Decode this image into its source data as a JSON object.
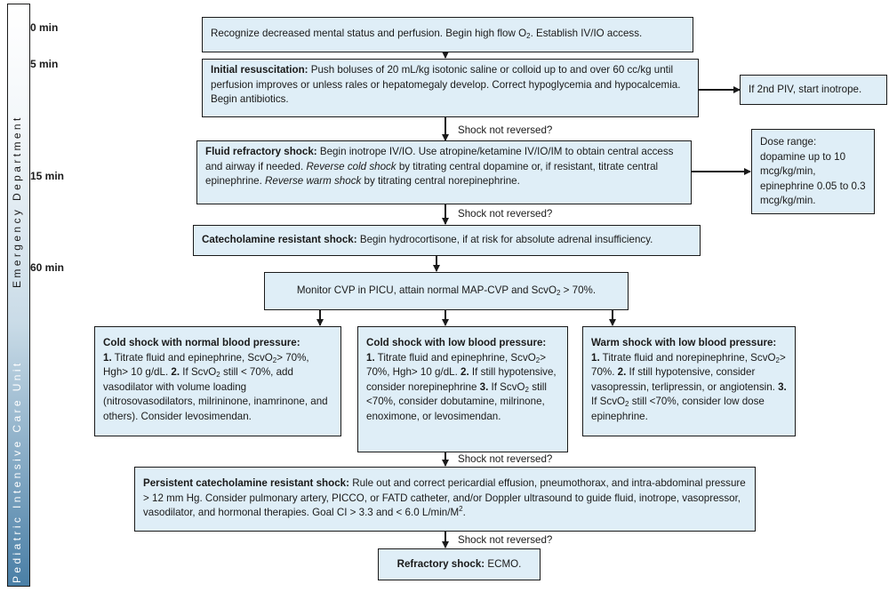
{
  "sidebar": {
    "ed_label": "Emergency Department",
    "picu_label": "Pediatric Intensive Care Unit",
    "ticks": [
      "0 min",
      "5 min",
      "15 min",
      "60 min"
    ]
  },
  "colors": {
    "box_fill": "#dfeef7",
    "sidebar_dark": "#4a7fa6",
    "border": "#1a1a1a"
  },
  "flowchart": {
    "recognize": {
      "text_a": "Recognize decreased mental status and perfusion. Begin high flow O",
      "sub": "2",
      "text_b": ". Establish IV/IO access."
    },
    "initial": {
      "title": "Initial resuscitation:",
      "text": " Push boluses of 20 mL/kg isotonic saline or colloid up to and over 60 cc/kg until perfusion improves or unless rales or hepatomegaly develop. Correct hypoglycemia and hypocalcemia. Begin antibiotics."
    },
    "side_piv": "If 2nd PIV, start inotrope.",
    "not_reversed": "Shock not reversed?",
    "fluid": {
      "title": "Fluid refractory shock:",
      "t1": " Begin inotrope IV/IO. Use atropine/ketamine IV/IO/IM to obtain central access and airway if needed. ",
      "i1": "Reverse cold shock",
      "t2": " by titrating central dopamine or, if resistant, titrate central epinephrine. ",
      "i2": "Reverse warm shock",
      "t3": " by titrating central norepinephrine."
    },
    "dose": {
      "title": "Dose range:",
      "text": "dopamine up to 10 mcg/kg/min, epinephrine 0.05 to 0.3 mcg/kg/min."
    },
    "catechol": {
      "title": "Catecholamine resistant shock:",
      "text": " Begin hydrocortisone, if at risk for absolute adrenal insufficiency."
    },
    "monitor": {
      "a": "Monitor CVP in PICU, attain normal MAP-CVP and ScvO",
      "sub": "2",
      "b": " > 70%."
    },
    "cold_normal": {
      "title": "Cold shock with normal blood pressure:",
      "n1": "1.",
      "t1": " Titrate fluid  and epinephrine, ScvO",
      "t2": "> 70%, Hgh> 10 g/dL. ",
      "n2": "2.",
      "t3": " If ScvO",
      "t4": " still < 70%, add vasodilator with volume loading (nitrosovasodilators, milrininone, inamrinone, and others). Consider levosimendan."
    },
    "cold_low": {
      "title": "Cold shock with low blood pressure:",
      "n1": "1.",
      "t1": " Titrate fluid and epinephrine, ScvO",
      "t2": "> 70%, Hgh> 10 g/dL. ",
      "n2": "2.",
      "t3": " If still hypotensive, consider norepinephrine ",
      "n3": "3.",
      "t4": " If ScvO",
      "t5": " still <70%, consider dobutamine, milrinone, enoximone, or levosimendan."
    },
    "warm_low": {
      "title": "Warm shock with low blood pressure:",
      "n1": "1.",
      "t1": " Titrate fluid and norepinephrine, ScvO",
      "t2": "> 70%. ",
      "n2": "2.",
      "t3": " If still hypotensive, consider vasopressin, terlipressin, or angiotensin. ",
      "n3": "3.",
      "t4": " If ScvO",
      "t5": " still <70%, consider low dose epinephrine."
    },
    "persistent": {
      "title": "Persistent catecholamine resistant shock:",
      "text": " Rule out and correct pericardial effusion, pneumothorax, and intra-abdominal pressure > 12 mm Hg. Consider pulmonary artery, PICCO, or FATD catheter, and/or Doppler ultrasound to guide fluid, inotrope, vasopressor, vasodilator, and hormonal therapies. Goal CI > 3.3 and < 6.0 L/min/M",
      "sup": "2",
      "end": "."
    },
    "refractory": {
      "title": "Refractory shock:",
      "text": " ECMO."
    },
    "sub2": "2"
  }
}
